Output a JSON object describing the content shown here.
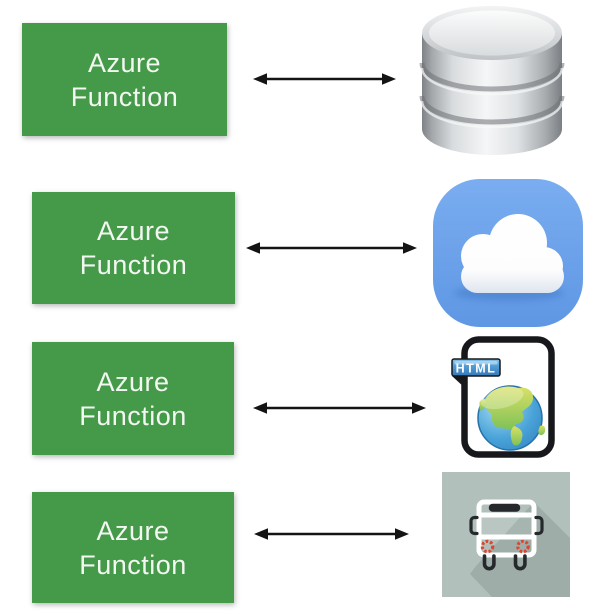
{
  "rows": [
    {
      "label": "Azure\nFunction",
      "connector": "bidirectional-arrow",
      "target_icon": "database-icon"
    },
    {
      "label": "Azure\nFunction",
      "connector": "bidirectional-arrow",
      "target_icon": "cloud-icon"
    },
    {
      "label": "Azure\nFunction",
      "connector": "bidirectional-arrow",
      "target_icon": "html-file-icon"
    },
    {
      "label": "Azure\nFunction",
      "connector": "bidirectional-arrow",
      "target_icon": "bus-icon"
    }
  ],
  "html_file_icon": {
    "badge_text": "HTML"
  },
  "colors": {
    "background": "#FFFFFF",
    "box_fill": "#459A4A",
    "box_text": "#F3F7F1",
    "arrow": "#141414",
    "cloud_tile": "#6FA5EB",
    "bus_tile": "#B1C0BB",
    "bus_lights": "#DB4531",
    "ribbon_blue": "#4F9AD4",
    "globe_ocean": "#3F97CE",
    "globe_land": "#A5CE55",
    "database_silver": "#D8DBDD"
  }
}
